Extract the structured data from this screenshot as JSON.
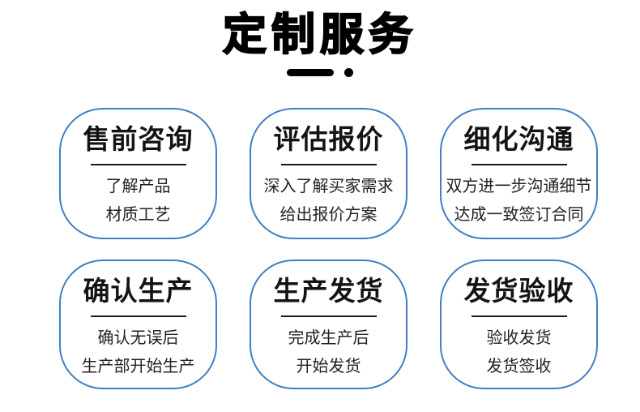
{
  "page": {
    "title": "定制服务",
    "background_color": "#ffffff",
    "accent_color": "#3f7fc1",
    "title_color": "#000000",
    "decoration": "dash-and-dot"
  },
  "cards": [
    {
      "title": "售前咨询",
      "lines": [
        "了解产品",
        "材质工艺"
      ]
    },
    {
      "title": "评估报价",
      "lines": [
        "深入了解买家需求",
        "给出报价方案"
      ]
    },
    {
      "title": "细化沟通",
      "lines": [
        "双方进一步沟通细节",
        "达成一致签订合同"
      ]
    },
    {
      "title": "确认生产",
      "lines": [
        "确认无误后",
        "生产部开始生产"
      ]
    },
    {
      "title": "生产发货",
      "lines": [
        "完成生产后",
        "开始发货"
      ]
    },
    {
      "title": "发货验收",
      "lines": [
        "验收发货",
        "发货签收"
      ]
    }
  ]
}
